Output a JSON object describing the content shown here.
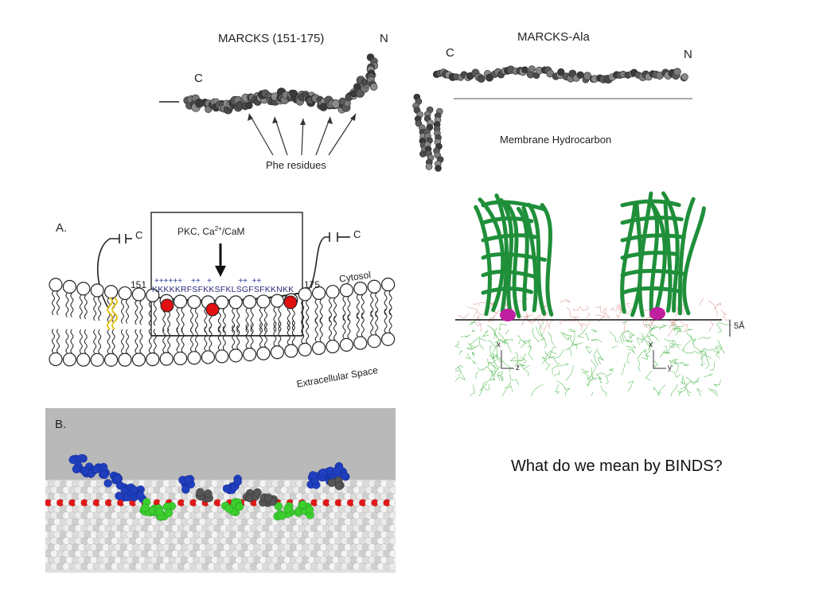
{
  "top_left": {
    "title": "MARCKS  (151-175)",
    "c_label": "C",
    "n_label": "N",
    "phe_label": "Phe residues"
  },
  "top_right": {
    "title": "MARCKS-Ala",
    "c_label": "C",
    "n_label": "N",
    "membrane_label": "Membrane Hydrocarbon"
  },
  "panel_a": {
    "label": "A.",
    "box_text_pre": "PKC,  Ca",
    "box_text_sup": "2+",
    "box_text_post": "/CaM",
    "left_c": "C",
    "right_c": "C",
    "num_left": "151",
    "num_right": "175",
    "cytosol": "Cytosol",
    "extracellular": "Extracellular Space",
    "sequence": "KKKKKRFSFKKSFKLSGFSFKKNKK",
    "plus_signs": "++++++    ++   +            ++  ++"
  },
  "panel_b": {
    "label": "B."
  },
  "md_panel": {
    "axis_x1": "x",
    "axis_z": "z",
    "axis_x2": "x",
    "axis_y": "y",
    "scale": "5Å"
  },
  "question": "What do we mean by BINDS?",
  "colors": {
    "protein_green": "#1f8f3a",
    "lipid_red": "#e01010",
    "residue_blue": "#1f3fbf",
    "residue_green": "#3ccf2e",
    "magenta": "#c020a0"
  }
}
